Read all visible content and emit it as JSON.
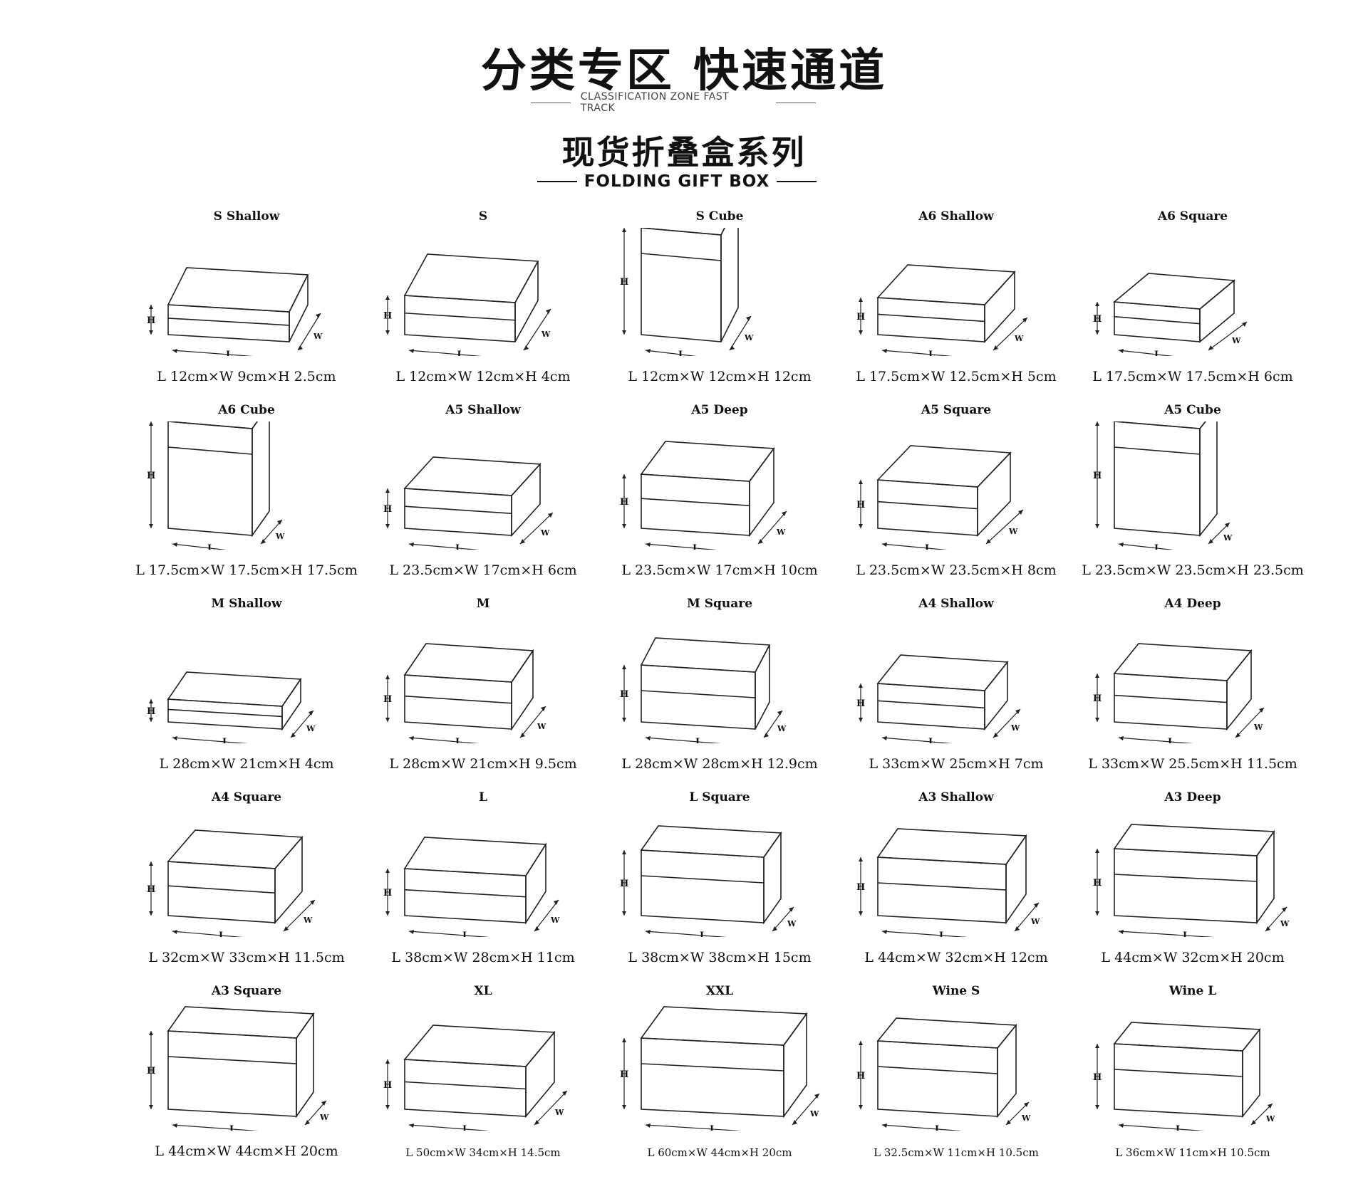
{
  "header": {
    "title_cn": "分类专区 快速通道",
    "title_en": "CLASSIFICATION ZONE FAST TRACK",
    "series_cn": "现货折叠盒系列",
    "series_en": "FOLDING GIFT BOX"
  },
  "dimension_letters": {
    "h": "H",
    "l": "L",
    "w": "W"
  },
  "products": [
    {
      "name": "S Shallow",
      "dims": "L 12cm×W 9cm×H 2.5cm"
    },
    {
      "name": "S",
      "dims": "L 12cm×W 12cm×H 4cm"
    },
    {
      "name": "S Cube",
      "dims": "L 12cm×W 12cm×H 12cm"
    },
    {
      "name": "A6 Shallow",
      "dims": "L 17.5cm×W 12.5cm×H 5cm"
    },
    {
      "name": "A6 Square",
      "dims": "L 17.5cm×W 17.5cm×H 6cm"
    },
    {
      "name": "A6 Cube",
      "dims": "L 17.5cm×W 17.5cm×H 17.5cm"
    },
    {
      "name": "A5 Shallow",
      "dims": "L 23.5cm×W 17cm×H 6cm"
    },
    {
      "name": "A5 Deep",
      "dims": "L 23.5cm×W 17cm×H 10cm"
    },
    {
      "name": "A5 Square",
      "dims": "L 23.5cm×W 23.5cm×H 8cm"
    },
    {
      "name": "A5 Cube",
      "dims": "L 23.5cm×W 23.5cm×H 23.5cm"
    },
    {
      "name": "M Shallow",
      "dims": "L 28cm×W 21cm×H 4cm"
    },
    {
      "name": "M",
      "dims": "L 28cm×W 21cm×H 9.5cm"
    },
    {
      "name": "M Square",
      "dims": "L 28cm×W 28cm×H 12.9cm"
    },
    {
      "name": "A4 Shallow",
      "dims": "L 33cm×W 25cm×H 7cm"
    },
    {
      "name": "A4 Deep",
      "dims": "L 33cm×W 25.5cm×H 11.5cm"
    },
    {
      "name": "A4 Square",
      "dims": "L 32cm×W 33cm×H 11.5cm"
    },
    {
      "name": "L",
      "dims": "L 38cm×W 28cm×H 11cm"
    },
    {
      "name": "L Square",
      "dims": "L 38cm×W 38cm×H 15cm"
    },
    {
      "name": "A3 Shallow",
      "dims": "L 44cm×W 32cm×H 12cm"
    },
    {
      "name": "A3 Deep",
      "dims": "L 44cm×W 32cm×H 20cm"
    },
    {
      "name": "A3 Square",
      "dims": "L 44cm×W 44cm×H 20cm"
    },
    {
      "name": "XL",
      "dims": "L 50cm×W 34cm×H 14.5cm"
    },
    {
      "name": "XXL",
      "dims": "L 60cm×W 44cm×H 20cm"
    },
    {
      "name": "Wine S",
      "dims": "L 32.5cm×W 11cm×H 10.5cm"
    },
    {
      "name": "Wine L",
      "dims": "L 36cm×W 11cm×H 10.5cm"
    }
  ]
}
